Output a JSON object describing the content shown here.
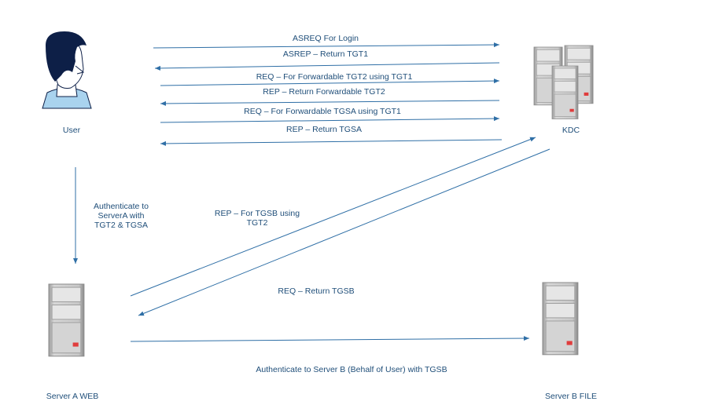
{
  "colors": {
    "arrow": "#2f6fa6",
    "text": "#1f4e79",
    "server_body": "#c4c4c4",
    "server_slot": "#e8e8e8",
    "indicator": "#e03c3c",
    "skin": "#ffffff",
    "hair": "#0d1f47",
    "shirt": "#a9d3ee"
  },
  "nodes": {
    "user": {
      "label": "User"
    },
    "kdc": {
      "label": "KDC"
    },
    "server_a": {
      "label": "Server A WEB"
    },
    "server_b": {
      "label": "Server B FILE"
    }
  },
  "messages": [
    {
      "text": "ASREQ For Login"
    },
    {
      "text": "ASREP – Return TGT1"
    },
    {
      "text": "REQ – For Forwardable TGT2 using TGT1"
    },
    {
      "text": "REP – Return Forwardable TGT2"
    },
    {
      "text": "REQ – For Forwardable TGSA using TGT1"
    },
    {
      "text": "REP – Return TGSA"
    },
    {
      "text_lines": [
        "Authenticate to",
        "ServerA with",
        "TGT2 & TGSA"
      ]
    },
    {
      "text_lines": [
        "REP – For TGSB using",
        "TGT2"
      ]
    },
    {
      "text": "REQ – Return TGSB"
    },
    {
      "text": "Authenticate to Server B (Behalf of User) with TGSB"
    }
  ]
}
